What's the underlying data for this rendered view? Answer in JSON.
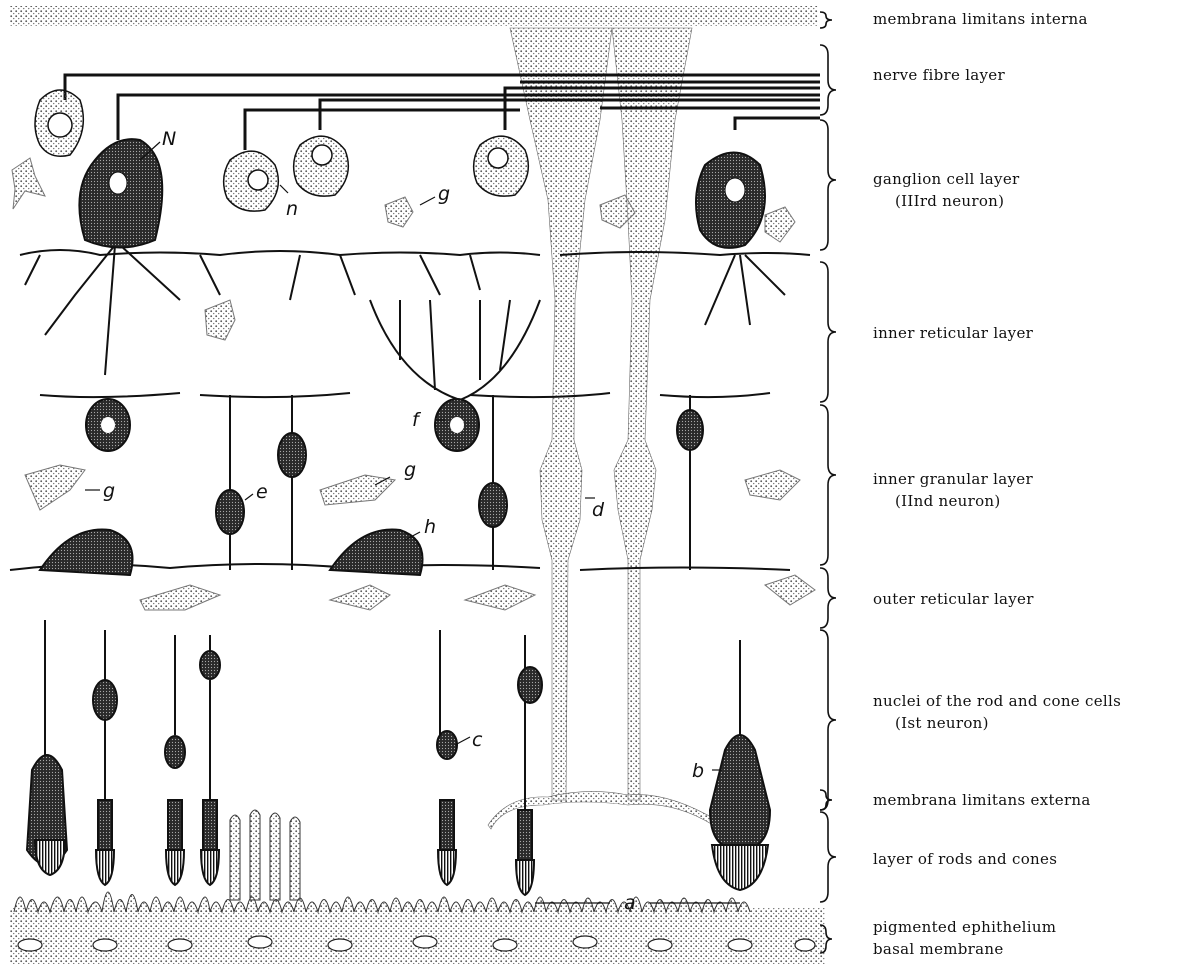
{
  "layers": [
    {
      "label": "membrana limitans interna"
    },
    {
      "label": "nerve fibre layer"
    },
    {
      "label": "ganglion cell layer",
      "sublabel": "(IIIrd neuron)"
    },
    {
      "label": "inner reticular layer"
    },
    {
      "label": "inner granular layer",
      "sublabel": "(IInd neuron)"
    },
    {
      "label": "outer reticular layer"
    },
    {
      "label": "nuclei of the rod and cone cells",
      "sublabel": "(Ist neuron)"
    },
    {
      "label": "membrana limitans externa"
    },
    {
      "label": "layer of rods and cones"
    },
    {
      "label": "pigmented ephithelium",
      "sublabel": "basal membrane"
    }
  ],
  "cell_labels": {
    "N": "N",
    "n": "n",
    "g": "g",
    "f": "f",
    "e": "e",
    "h": "h",
    "d": "d",
    "c": "c",
    "b": "b",
    "a": "a"
  },
  "colors": {
    "ink": "#111111",
    "stipple": "#777777",
    "paper": "#ffffff"
  }
}
